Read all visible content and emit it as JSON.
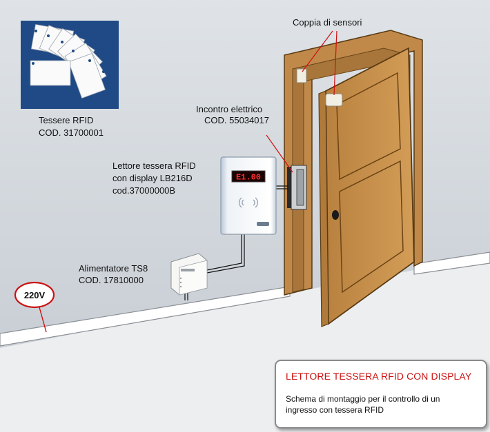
{
  "cards": {
    "line1": "Tessere RFID",
    "line2": "COD. 31700001"
  },
  "sensors": {
    "label": "Coppia di sensori"
  },
  "strike": {
    "line1": "Incontro elettrico",
    "line2": "COD. 55034017"
  },
  "reader": {
    "line1": "Lettore tessera RFID",
    "line2": "con display LB216D",
    "line3": "cod.37000000B",
    "display_text": "E1.00"
  },
  "psu": {
    "line1": "Alimentatore TS8",
    "line2": "COD. 17810000"
  },
  "mains": {
    "label": "220V"
  },
  "info_box": {
    "title": "LETTORE TESSERA RFID CON  DISPLAY",
    "desc_line1": "Schema di montaggio per il controllo di un",
    "desc_line2": "ingresso con tessera RFID"
  },
  "colors": {
    "wall": "#cfd5db",
    "floor": "#f4f5f6",
    "door": "#c78f4a",
    "door_frame": "#9c6a2c",
    "card_panel": "#1f4a86",
    "accent_red": "#cc1111",
    "display_red": "#ff3030"
  }
}
